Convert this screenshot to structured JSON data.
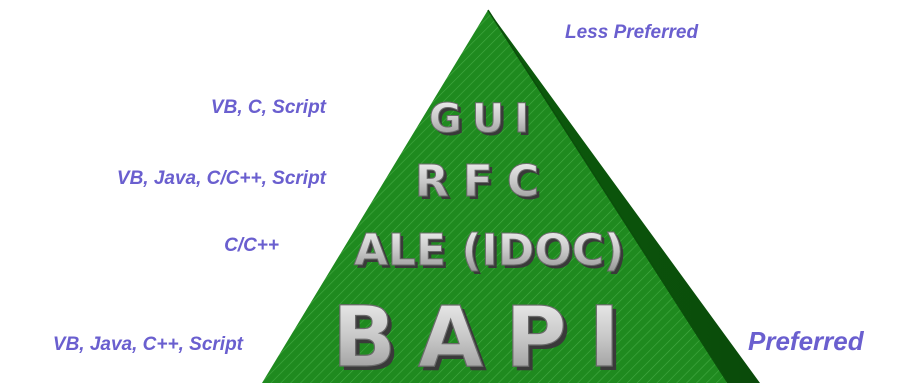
{
  "colors": {
    "label_text": "#6a5fcf",
    "pyramid_face": "#1f8a1f",
    "pyramid_dark": "#0c5c0c",
    "pyramid_light": "#3fae3f",
    "layer_text": "#d8d8d8"
  },
  "pyramid": {
    "layers": [
      {
        "text": "GUI",
        "languages": "VB, C, Script"
      },
      {
        "text": "RFC",
        "languages": "VB, Java, C/C++, Script"
      },
      {
        "text": "ALE (IDOC)",
        "languages": "C/C++"
      },
      {
        "text": "BAPI",
        "languages": "VB, Java, C++, Script"
      }
    ]
  },
  "scale": {
    "top_label": "Less Preferred",
    "bottom_label": "Preferred"
  }
}
